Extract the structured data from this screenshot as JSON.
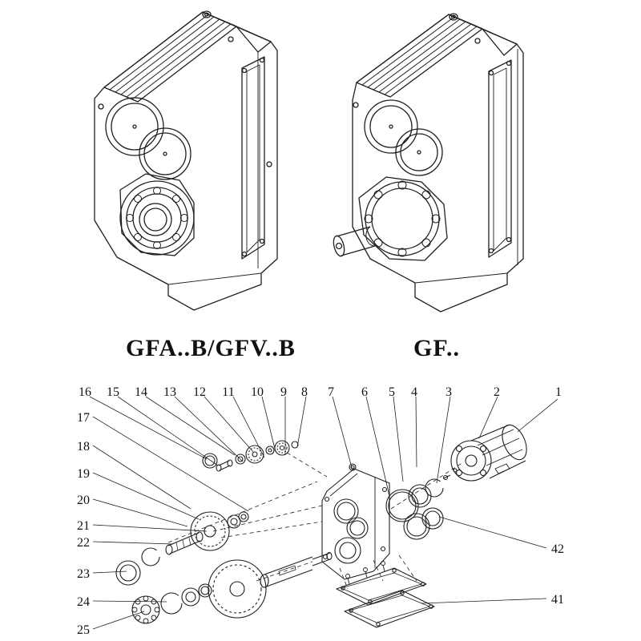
{
  "figures": {
    "left_caption": "GFA..B/GFV..B",
    "right_caption": "GF.."
  },
  "exploded_view": {
    "callouts_top": [
      "16",
      "15",
      "14",
      "13",
      "12",
      "11",
      "10",
      "9",
      "8",
      "7",
      "6",
      "5",
      "4",
      "3",
      "2",
      "1"
    ],
    "callouts_left": [
      "17",
      "18",
      "19",
      "20",
      "21",
      "22",
      "23",
      "24",
      "25"
    ],
    "callouts_right": [
      "42",
      "41"
    ]
  },
  "colors": {
    "line": "#1f1f1f",
    "background": "#ffffff"
  }
}
